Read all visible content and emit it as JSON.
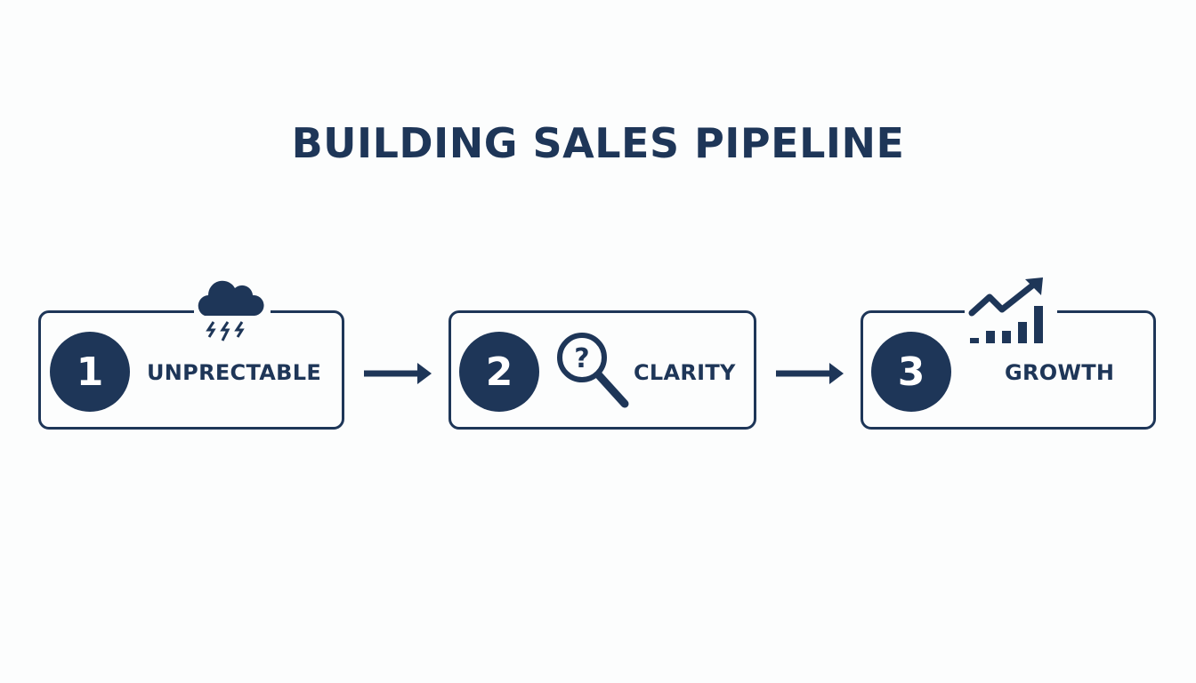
{
  "title": "BUILDING SALES PIPELINE",
  "steps": [
    {
      "number": "1",
      "label": "UNPRECTABLE",
      "icon": "storm-cloud-icon"
    },
    {
      "number": "2",
      "label": "CLARITY",
      "icon": "magnifier-question-icon"
    },
    {
      "number": "3",
      "label": "GROWTH",
      "icon": "growth-chart-icon"
    }
  ],
  "colors": {
    "primary": "#1e3658",
    "background": "#fcfdfd"
  }
}
